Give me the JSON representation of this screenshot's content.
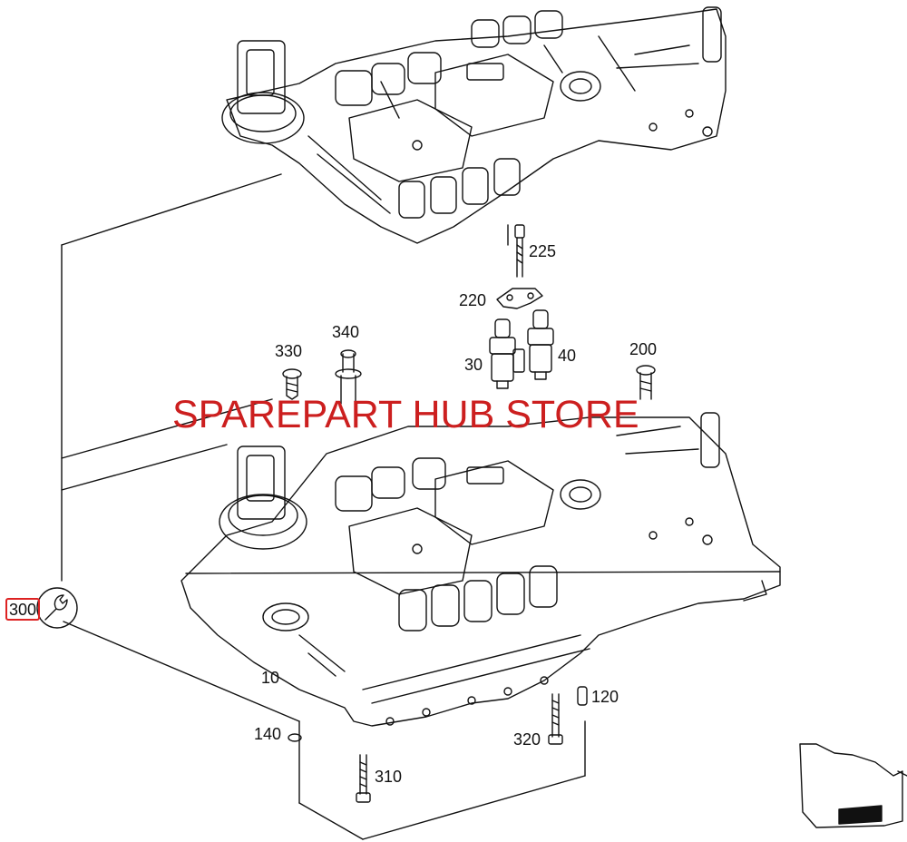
{
  "watermark": {
    "text": "SPAREPART HUB STORE",
    "color": "#cc1f1f"
  },
  "callouts": {
    "p225": "225",
    "p220": "220",
    "p340": "340",
    "p330": "330",
    "p30": "30",
    "p40": "40",
    "p200": "200",
    "p300": "300",
    "p10": "10",
    "p120": "120",
    "p140": "140",
    "p320": "320",
    "p310": "310"
  },
  "icons": {
    "service": "wrench-icon",
    "vehicle": "vehicle-locator-icon"
  },
  "colors": {
    "line": "#111111",
    "highlight": "#dd2222"
  }
}
